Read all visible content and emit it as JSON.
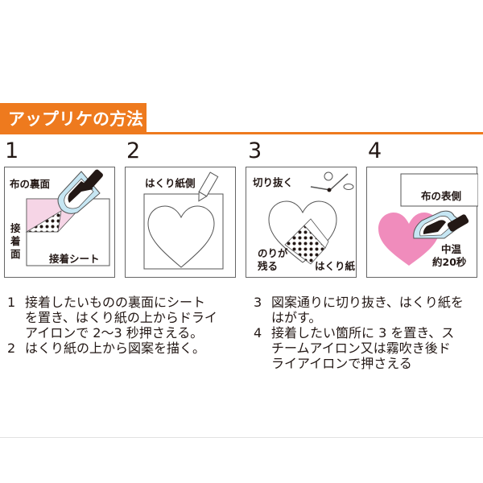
{
  "title": "アップリケの方法",
  "step_numbers": [
    "1",
    "2",
    "3",
    "4"
  ],
  "panel1": {
    "label_fabric_back": "布の裏面",
    "label_adhesive": [
      "接",
      "着",
      "面"
    ],
    "label_sheet": "接着シート"
  },
  "panel2": {
    "label_paper_side": "はくり紙側"
  },
  "panel3": {
    "label_cut_out": "切り抜く",
    "label_glue_lines": [
      "のりが",
      "残る"
    ],
    "label_release_paper": "はくり紙"
  },
  "panel4": {
    "label_fabric_front": "布の表側",
    "label_temp_lines": [
      "中温",
      "約20秒"
    ]
  },
  "instructions": [
    {
      "num": "1",
      "lines": [
        "接着したいものの裏面にシート",
        "を置き、はくり紙の上からドライ",
        "アイロンで 2～3 秒押さえる。"
      ]
    },
    {
      "num": "2",
      "lines": [
        "はくり紙の上から図案を描く。"
      ]
    },
    {
      "num": "3",
      "lines": [
        "図案通りに切り抜き、はくり紙を",
        "はがす。"
      ]
    },
    {
      "num": "4",
      "lines": [
        "接着したい箇所に 3 を置き、ス",
        "チームアイロン又は霧吹き後ド",
        "ライアイロンで押さえる"
      ]
    }
  ],
  "colors": {
    "accent": "#ee7a1e",
    "pink": "#f08cbc",
    "light_pink": "#f6d5e6",
    "iron_blue": "#c6e6f3",
    "iron_dark": "#231815"
  }
}
